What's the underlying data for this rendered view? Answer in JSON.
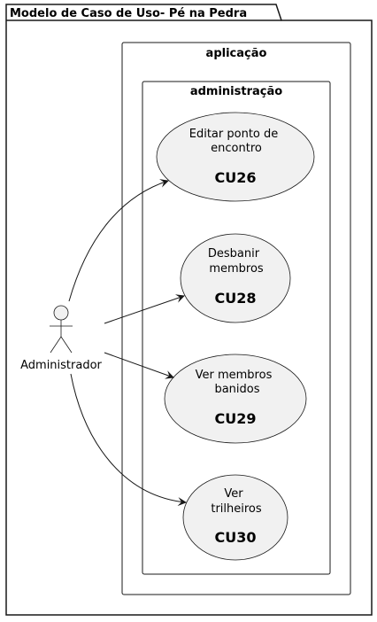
{
  "package": {
    "title": "Modelo de Caso de Uso- Pé na Pedra"
  },
  "app_rect": {
    "title": "aplicação"
  },
  "admin_rect": {
    "title": "administração"
  },
  "actor": {
    "label": "Administrador"
  },
  "use_cases": [
    {
      "lines": [
        "Editar ponto de",
        "encontro"
      ],
      "code": "CU26"
    },
    {
      "lines": [
        "Desbanir",
        "membros"
      ],
      "code": "CU28"
    },
    {
      "lines": [
        "Ver membros",
        "banidos"
      ],
      "code": "CU29"
    },
    {
      "lines": [
        "Ver",
        "trilheiros"
      ],
      "code": "CU30"
    }
  ],
  "colors": {
    "usecase_fill": "#f1f1f1",
    "stroke": "#181818"
  }
}
